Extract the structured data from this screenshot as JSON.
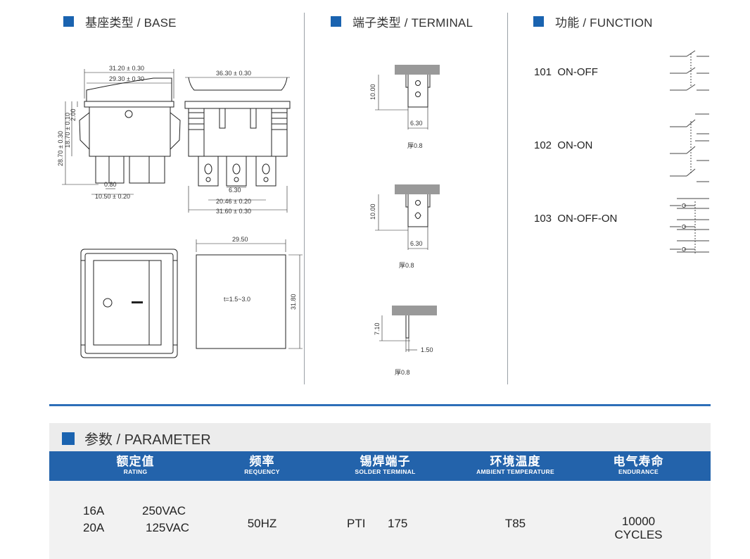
{
  "sections": {
    "base": "基座类型 / BASE",
    "terminal": "端子类型 / TERMINAL",
    "function": "功能 / FUNCTION"
  },
  "base_dims": {
    "w_outer": "31.20 ± 0.30",
    "w_inner": "29.30 ± 0.30",
    "w_side": "36.30 ± 0.30",
    "h_total": "28.70 ± 0.30",
    "h_body": "18.70 ± 0.10",
    "h_lip": "2.00",
    "pin_t": "0.80",
    "pin_len": "10.50 ± 0.20",
    "pin_w": "6.30",
    "pitch": "20.46 ± 0.20",
    "foot_w": "31.60 ± 0.30",
    "cut_w": "29.50",
    "cut_h": "31.80",
    "panel": "t=1.5~3.0"
  },
  "terminals": [
    {
      "height": "10.00",
      "width": "6.30",
      "thickness": "厚0.8"
    },
    {
      "height": "10.00",
      "width": "6.30",
      "thickness": "厚0.8"
    },
    {
      "height": "7.10",
      "width": "1.50",
      "thickness": "厚0.8"
    }
  ],
  "functions": [
    {
      "code": "101",
      "name": "ON-OFF"
    },
    {
      "code": "102",
      "name": "ON-ON"
    },
    {
      "code": "103",
      "name": "ON-OFF-ON"
    }
  ],
  "parameter": {
    "title": "参数 / PARAMETER",
    "columns": [
      {
        "cn": "额定值",
        "en": "RATING"
      },
      {
        "cn": "频率",
        "en": "REQUENCY"
      },
      {
        "cn": "锡焊端子",
        "en": "SOLDER TERMINAL"
      },
      {
        "cn": "环境温度",
        "en": "AMBIENT TEMPERATURE"
      },
      {
        "cn": "电气寿命",
        "en": "ENDURANCE"
      }
    ],
    "rating": {
      "row1_current": "16A",
      "row1_voltage": "250VAC",
      "row2_current": "20A",
      "row2_voltage": "125VAC"
    },
    "frequency": "50HZ",
    "solder_label": "PTI",
    "solder_value": "175",
    "temperature": "T85",
    "endurance_value": "10000",
    "endurance_unit": "CYCLES"
  },
  "colors": {
    "accent": "#1a63b0",
    "header_bg": "#2363ab",
    "rule": "#2d6fb8"
  }
}
